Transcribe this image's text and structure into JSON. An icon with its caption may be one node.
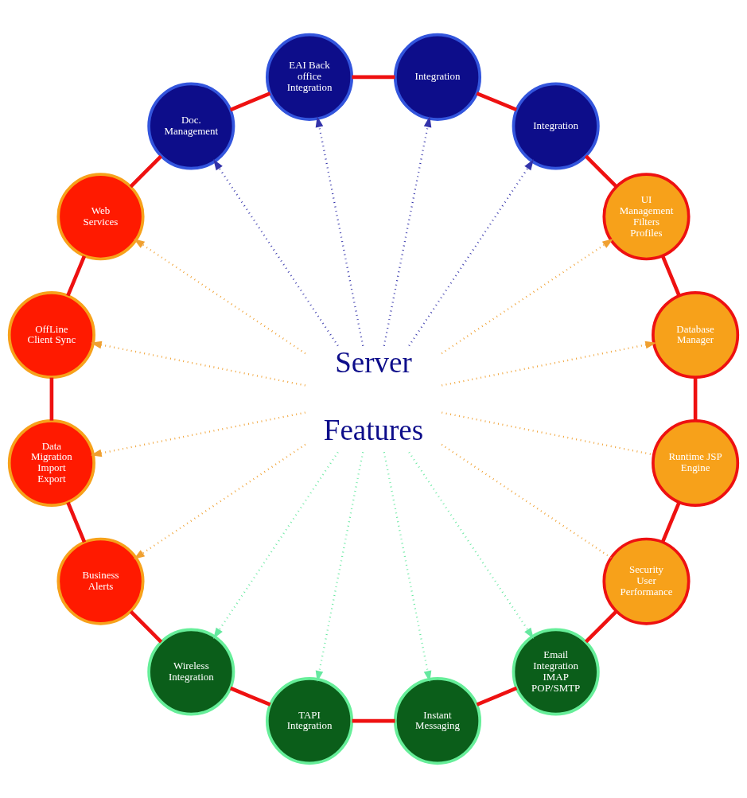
{
  "diagram": {
    "nodes": [
      {
        "text": [
          "Server",
          "Features"
        ]
      },
      {
        "text": [
          "Database Manager"
        ]
      },
      {
        "text": [
          "UI Management Filters Profiles"
        ]
      },
      {
        "text": [
          "Integration"
        ]
      },
      {
        "text": [
          "Integration"
        ]
      },
      {
        "text": [
          "EAI Back office Integration"
        ]
      },
      {
        "text": [
          "Doc. Management"
        ]
      },
      {
        "text": [
          "Web Services"
        ]
      },
      {
        "text": [
          "OffLine Client Sync"
        ]
      },
      {
        "text": [
          "Data Migration Import Export"
        ]
      },
      {
        "text": [
          "Business Alerts"
        ]
      },
      {
        "text": [
          "Wireless Integration"
        ]
      },
      {
        "text": [
          "TAPI Integration"
        ]
      },
      {
        "text": [
          "Instant Messaging"
        ]
      },
      {
        "text": [
          "Email Integration IMAP POP/SMTP"
        ]
      },
      {
        "text": [
          "Security User Performance"
        ]
      },
      {
        "text": [
          "Runtime JSP Engine"
        ]
      }
    ],
    "edges": [
      {
        "from": 0,
        "to": 1,
        "arrow": "to",
        "style": "dashed",
        "color": "#f0a030"
      },
      {
        "from": 0,
        "to": 2,
        "arrow": "to",
        "style": "dashed",
        "color": "#f0a030"
      },
      {
        "from": 0,
        "to": 3,
        "arrow": "to",
        "style": "dashed",
        "color": "#3333aa"
      },
      {
        "from": 0,
        "to": 4,
        "arrow": "to",
        "style": "dashed",
        "color": "#3333aa"
      },
      {
        "from": 0,
        "to": 5,
        "arrow": "to",
        "style": "dashed",
        "color": "#3333aa"
      },
      {
        "from": 0,
        "to": 6,
        "arrow": "to",
        "style": "dashed",
        "color": "#3333aa"
      },
      {
        "from": 0,
        "to": 7,
        "arrow": "to",
        "style": "dashed",
        "color": "#f0a030"
      },
      {
        "from": 0,
        "to": 8,
        "arrow": "to",
        "style": "dashed",
        "color": "#f0a030"
      },
      {
        "from": 0,
        "to": 9,
        "arrow": "to",
        "style": "dashed",
        "color": "#f0a030"
      },
      {
        "from": 0,
        "to": 10,
        "arrow": "to",
        "style": "dashed",
        "color": "#f0a030"
      },
      {
        "from": 0,
        "to": 11,
        "arrow": "to",
        "style": "dashed",
        "color": "#66e8a0"
      },
      {
        "from": 0,
        "to": 12,
        "arrow": "to",
        "style": "dashed",
        "color": "#66e8a0"
      },
      {
        "from": 0,
        "to": 13,
        "arrow": "to",
        "style": "dashed",
        "color": "#66e8a0"
      },
      {
        "from": 0,
        "to": 14,
        "arrow": "to",
        "style": "dashed",
        "color": "#66e8a0"
      },
      {
        "from": 0,
        "to": 15,
        "arrow": "none",
        "style": "dashed",
        "color": "#f0a030"
      },
      {
        "from": 0,
        "to": 16,
        "arrow": "none",
        "style": "dashed",
        "color": "#f0a030"
      },
      {
        "from": 1,
        "to": 2,
        "arrow": "none",
        "style": "thick",
        "color": "#ee1111"
      },
      {
        "from": 2,
        "to": 3,
        "arrow": "none",
        "style": "thick",
        "color": "#ee1111"
      },
      {
        "from": 3,
        "to": 4,
        "arrow": "none",
        "style": "thick",
        "color": "#ee1111"
      },
      {
        "from": 4,
        "to": 5,
        "arrow": "none",
        "style": "thick",
        "color": "#ee1111"
      },
      {
        "from": 5,
        "to": 6,
        "arrow": "none",
        "style": "thick",
        "color": "#ee1111"
      },
      {
        "from": 6,
        "to": 7,
        "arrow": "none",
        "style": "thick",
        "color": "#ee1111"
      },
      {
        "from": 7,
        "to": 8,
        "arrow": "none",
        "style": "thick",
        "color": "#ee1111"
      },
      {
        "from": 8,
        "to": 9,
        "arrow": "none",
        "style": "thick",
        "color": "#ee1111"
      },
      {
        "from": 9,
        "to": 10,
        "arrow": "none",
        "style": "thick",
        "color": "#ee1111"
      },
      {
        "from": 10,
        "to": 11,
        "arrow": "none",
        "style": "thick",
        "color": "#ee1111"
      },
      {
        "from": 11,
        "to": 12,
        "arrow": "none",
        "style": "thick",
        "color": "#ee1111"
      },
      {
        "from": 12,
        "to": 13,
        "arrow": "none",
        "style": "thick",
        "color": "#ee1111"
      },
      {
        "from": 13,
        "to": 14,
        "arrow": "none",
        "style": "thick",
        "color": "#ee1111"
      },
      {
        "from": 14,
        "to": 15,
        "arrow": "none",
        "style": "thick",
        "color": "#ee1111"
      },
      {
        "from": 15,
        "to": 16,
        "arrow": "none",
        "style": "thick",
        "color": "#ee1111"
      },
      {
        "from": 16,
        "to": 1,
        "arrow": "none",
        "style": "thick",
        "color": "#ee1111"
      }
    ]
  }
}
